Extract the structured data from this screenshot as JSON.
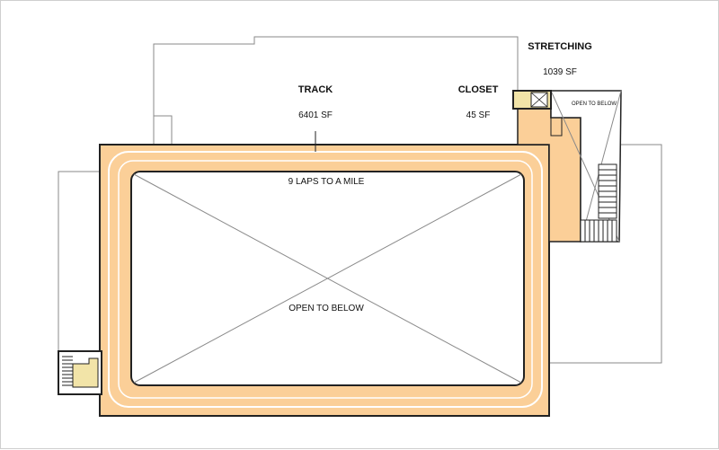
{
  "colors": {
    "track_fill": "#fbcf98",
    "room_fill": "#f2e4a8",
    "wall": "#222222",
    "outline": "#8a8a8a"
  },
  "labels": {
    "track_title": "TRACK",
    "track_area": "6401 SF",
    "laps": "9 LAPS TO A MILE",
    "center_open": "OPEN TO BELOW",
    "closet_title": "CLOSET",
    "closet_area": "45 SF",
    "stretching_title": "STRETCHING",
    "stretching_area": "1039 SF",
    "stair_open": "OPEN TO BELOW"
  }
}
